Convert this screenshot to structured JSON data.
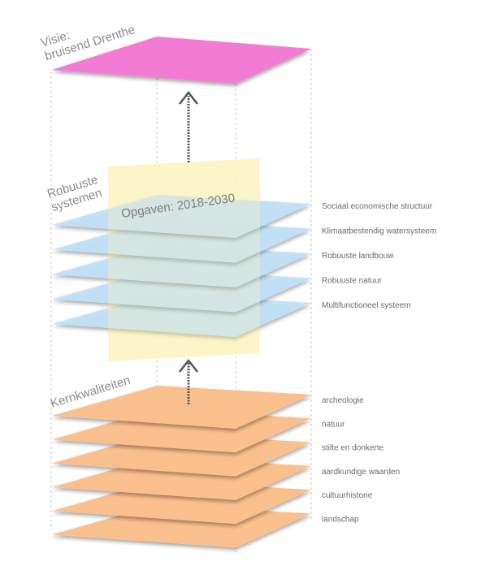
{
  "vision": {
    "title": "Visie:\nbruisend Drenthe",
    "color": "#f27bd3"
  },
  "systems": {
    "title": "Robuuste\nsystemen",
    "color": "#bfe0f7",
    "overlay_label": "Opgaven: 2018-2030",
    "overlay_color": "#fbf4c2",
    "layers": [
      "Sociaal economische structuur",
      "Klimaatbestendig watersysteem",
      "Robuuste landbouw",
      "Robuuste natuur",
      "Multifunctioneel systeem"
    ]
  },
  "core": {
    "title": "Kernkwaliteiten",
    "color": "#f9c08d",
    "layers": [
      "archeologie",
      "natuur",
      "stilte en donkerte",
      "aardkundige waarden",
      "cultuurhistorie",
      "landschap"
    ]
  }
}
